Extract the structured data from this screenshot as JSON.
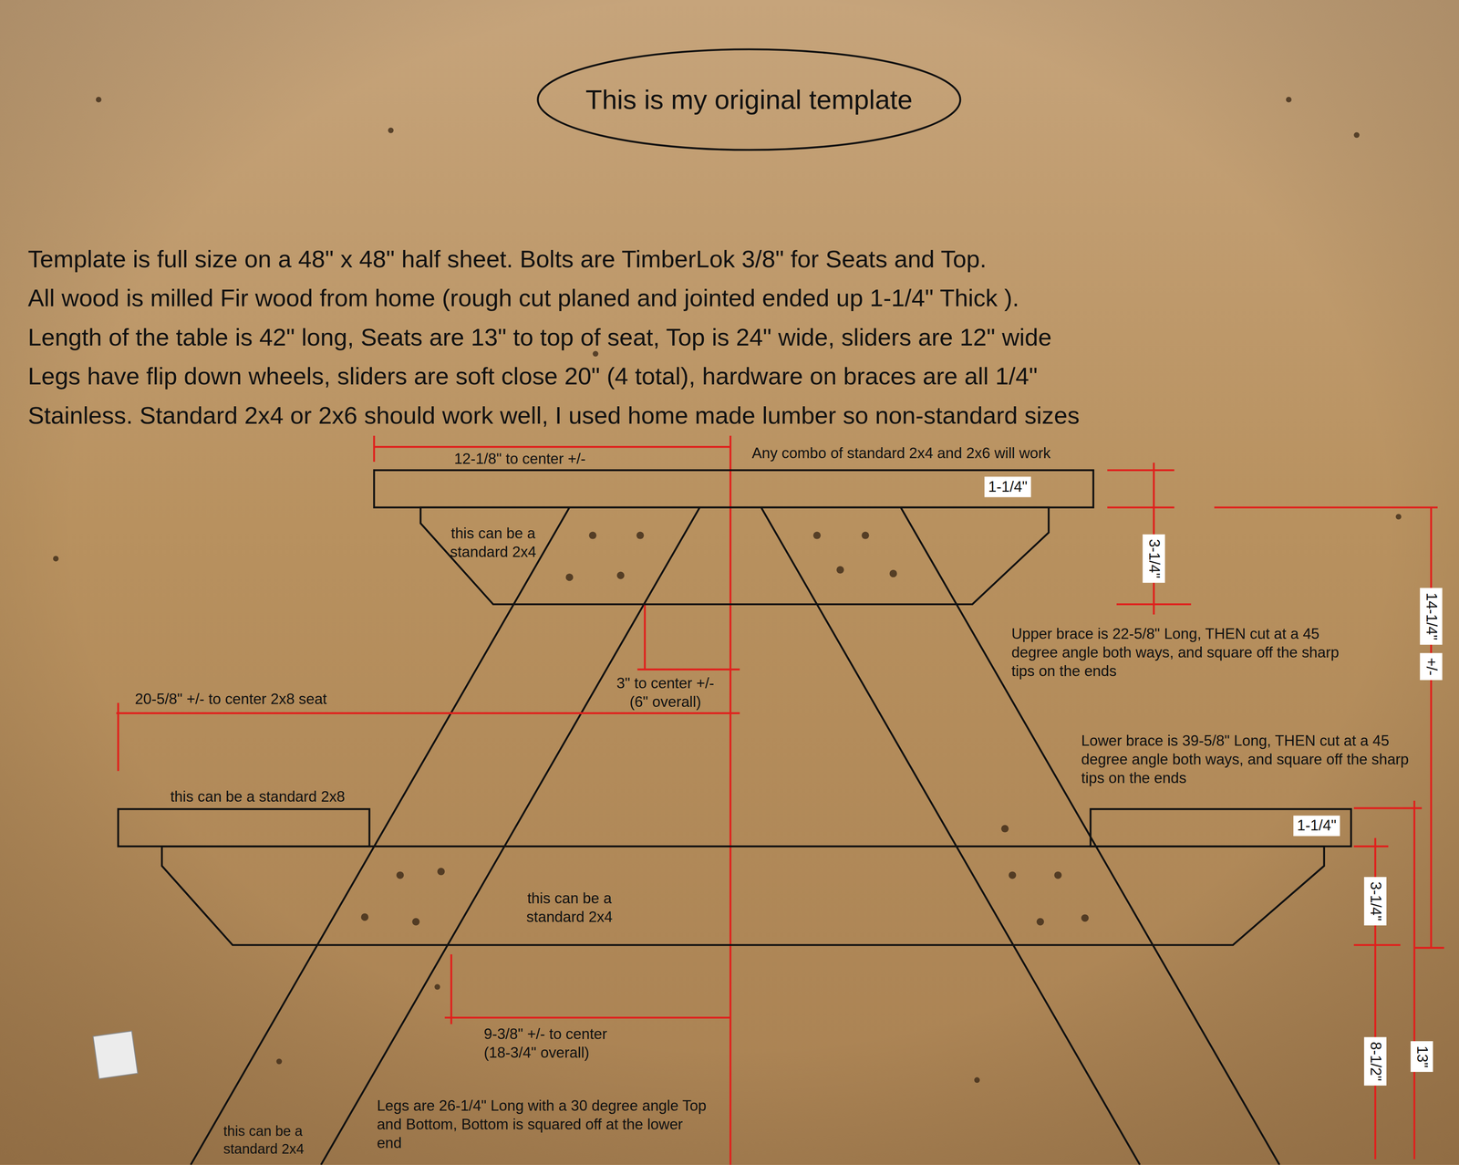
{
  "diagram": {
    "nodes": [
      {
        "text": [
          "This is my original template"
        ]
      },
      {
        "text": [
          "1-1/4\""
        ]
      },
      {
        "text": [
          "this can be a standard 2x4"
        ]
      },
      {
        "text": [
          "1-1/4\""
        ]
      },
      {
        "text": [
          "this can be a standard 2x4"
        ]
      }
    ],
    "labels": [
      "Template is full size on a 48\" x 48\" half sheet. Bolts are TimberLok 3/8\" for Seats and Top.",
      "All wood is milled Fir wood from home (rough cut planed and jointed ended up 1-1/4\" Thick ).",
      "Length of the table is 42\" long, Seats are 13\" to top of seat, Top is 24\" wide, sliders are 12\" wide",
      "Legs have flip down wheels, sliders are soft close 20\" (4 total), hardware on braces are all 1/4\"",
      "Stainless. Standard 2x4 or 2x6 should work well, I used home made lumber so non-standard sizes",
      "12-1/8\" to center +/-",
      "Any combo of standard 2x4 and 2x6 will work",
      "3-1/4\"",
      "14-1/4\"",
      "+/-",
      "Upper brace is 22-5/8\" Long, THEN cut at a 45 degree angle both ways, and square off the sharp tips on the ends",
      "3\" to center +/- (6\" overall)",
      "20-5/8\" +/- to center 2x8 seat",
      "Lower brace is 39-5/8\" Long, THEN cut at a 45 degree angle both ways, and square off the sharp tips on the ends",
      "this can be a standard 2x8",
      "3-1/4\"",
      "9-3/8\" +/- to center (18-3/4\" overall)",
      "Legs are 26-1/4\" Long with a 30 degree angle Top and Bottom, Bottom is squared off at the lower end",
      "this can be a standard 2x4",
      "8-1/2\"",
      "13\""
    ]
  }
}
